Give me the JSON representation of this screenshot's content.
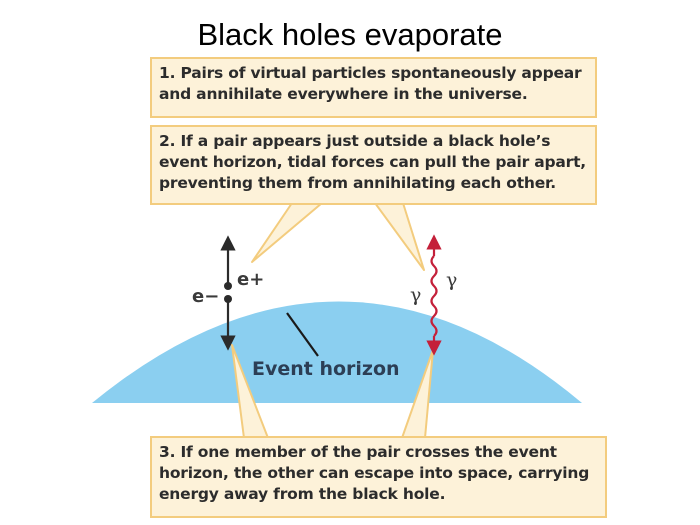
{
  "title": "Black holes evaporate",
  "colors": {
    "box_fill": "#fdf2d9",
    "box_border": "#f3cc7e",
    "horizon_fill": "#8bcff0",
    "photon_red": "#c4203a",
    "arrow_dark": "#2b2b2b"
  },
  "steps": [
    {
      "lines": [
        "1. Pairs of virtual particles spontaneously appear",
        "and annihilate everywhere in the universe."
      ]
    },
    {
      "lines": [
        "2. If a pair appears just outside a black hole’s",
        "event horizon, tidal forces can pull the pair apart,",
        "preventing them from annihilating each other."
      ]
    },
    {
      "lines": [
        "3. If one member of the pair crosses the event",
        "horizon, the other can escape into space, carrying",
        "energy away from the black hole."
      ]
    }
  ],
  "labels": {
    "electron": "e−",
    "positron": "e+",
    "gamma_left": "γ",
    "gamma_right": "γ",
    "event_horizon": "Event horizon"
  },
  "icons": {
    "pair_arrows": "double-arrow-icon",
    "photon_wave": "wavy-double-arrow-icon"
  }
}
